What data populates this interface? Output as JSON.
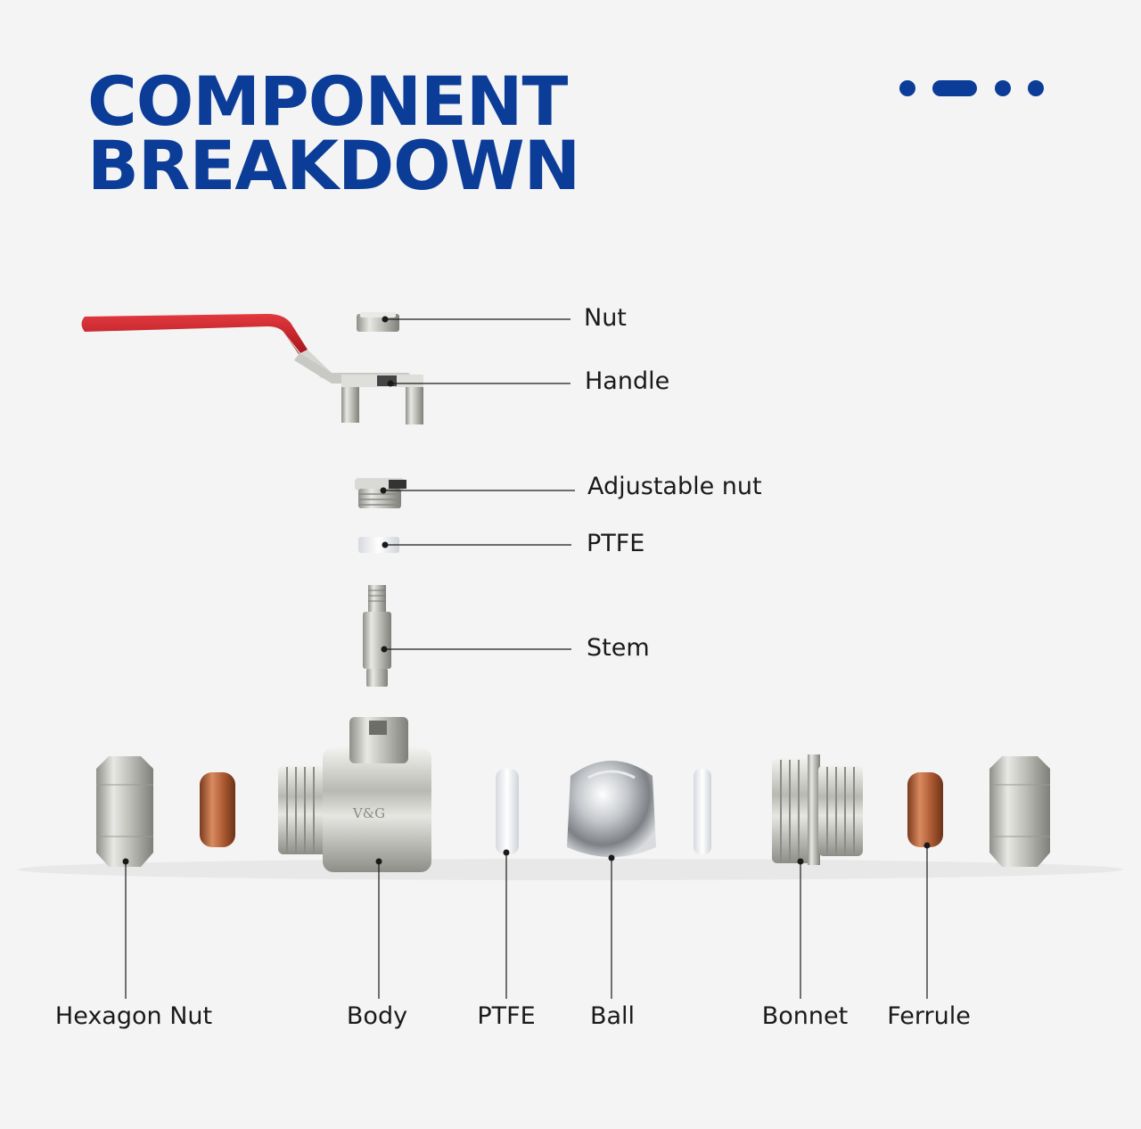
{
  "header": {
    "title_line1": "COMPONENT",
    "title_line2": "BREAKDOWN"
  },
  "pagination": {
    "dots": 4,
    "active_index": 1,
    "color": "#0b3d98"
  },
  "colors": {
    "brand_blue": "#0b3d98",
    "handle_red": "#c8202a",
    "brass_nickel": "#c9c9c4",
    "copper": "#b0603a",
    "ptfe_white": "#ffffff",
    "leader_line": "#1a1a1a"
  },
  "labels": {
    "nut": "Nut",
    "handle": "Handle",
    "adjustable_nut": "Adjustable nut",
    "ptfe_top": "PTFE",
    "stem": "Stem",
    "hexagon_nut": "Hexagon Nut",
    "body": "Body",
    "ptfe_bottom": "PTFE",
    "ball": "Ball",
    "bonnet": "Bonnet",
    "ferrule": "Ferrule"
  },
  "body_marking": "V&G"
}
